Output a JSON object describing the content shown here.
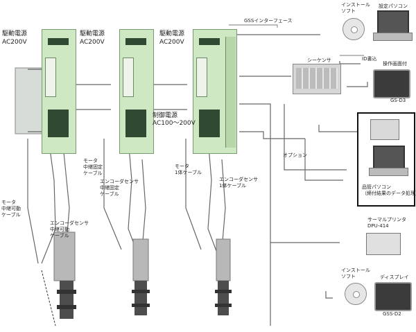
{
  "labels": {
    "drive_power_1": "駆動電源",
    "drive_power_1_v": "AC200V",
    "drive_power_2": "駆動電源",
    "drive_power_2_v": "AC200V",
    "drive_power_3": "駆動電源",
    "drive_power_3_v": "AC200V",
    "gss_interface": "GSSインターフェース",
    "control_power": "制御電源",
    "control_power_v": "AC100～200V",
    "motor_relay_movable": "モータ\n中継可動\nケーブル",
    "encoder_relay_movable": "エンコーダセンサ\n中継可動\nケーブル",
    "motor_relay_fixed": "モータ\n中継固定\nケーブル",
    "encoder_relay_fixed": "エンコーダセンサ\n中継固定\nケーブル",
    "motor_one_cable": "モータ\n1体ケーブル",
    "encoder_one_cable": "エンコーダセンサ\n1体ケーブル",
    "install_soft_top": "インストール\nソフト",
    "setting_pc": "設定パソコン",
    "sequencer": "シーケンサ",
    "id_write": "ID書込",
    "operation_panel": "操作画面付",
    "gs_d3": "GS-D3",
    "option": "オプション",
    "quality_pc": "品管パソコン\n（締付結果のデータ処理）",
    "thermal_printer": "サーマルプリンタ\nDPU-414",
    "install_soft_bottom": "インストール\nソフト",
    "display": "ディスプレイ",
    "gss_d2": "GSS-D2"
  },
  "colors": {
    "unit_green": "#cfe8c4",
    "unit_dark": "#2f4a30",
    "cable": "#666666",
    "motor_body": "#9a9a9a"
  },
  "icons": [
    "cd-icon",
    "laptop-icon",
    "plc-icon",
    "monitor-icon",
    "printer-icon"
  ]
}
